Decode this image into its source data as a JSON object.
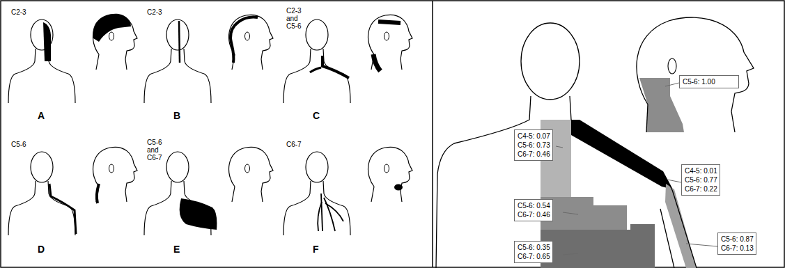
{
  "diagram": {
    "nodes": [
      {
        "text": [
          "C5-6: 1.00"
        ]
      },
      {
        "text": [
          "C4-5: 0.07",
          "C5-6: 0.73",
          "C6-7: 0.46"
        ]
      },
      {
        "text": [
          "C4-5: 0.01",
          "C5-6: 0.77",
          "C6-7: 0.22"
        ]
      },
      {
        "text": [
          "C5-6: 0.54",
          "C6-7: 0.46"
        ]
      },
      {
        "text": [
          "C5-6: 0.87",
          "C6-7: 0.13"
        ]
      },
      {
        "text": [
          "C5-6: 0.35",
          "C6-7: 0.65"
        ]
      }
    ],
    "labels": [
      "C2-3",
      "C2-3",
      "C2-3 and C5-6",
      "A",
      "B",
      "C",
      "C5-6",
      "C5-6 and C6-7",
      "C6-7",
      "D",
      "E",
      "F"
    ]
  }
}
